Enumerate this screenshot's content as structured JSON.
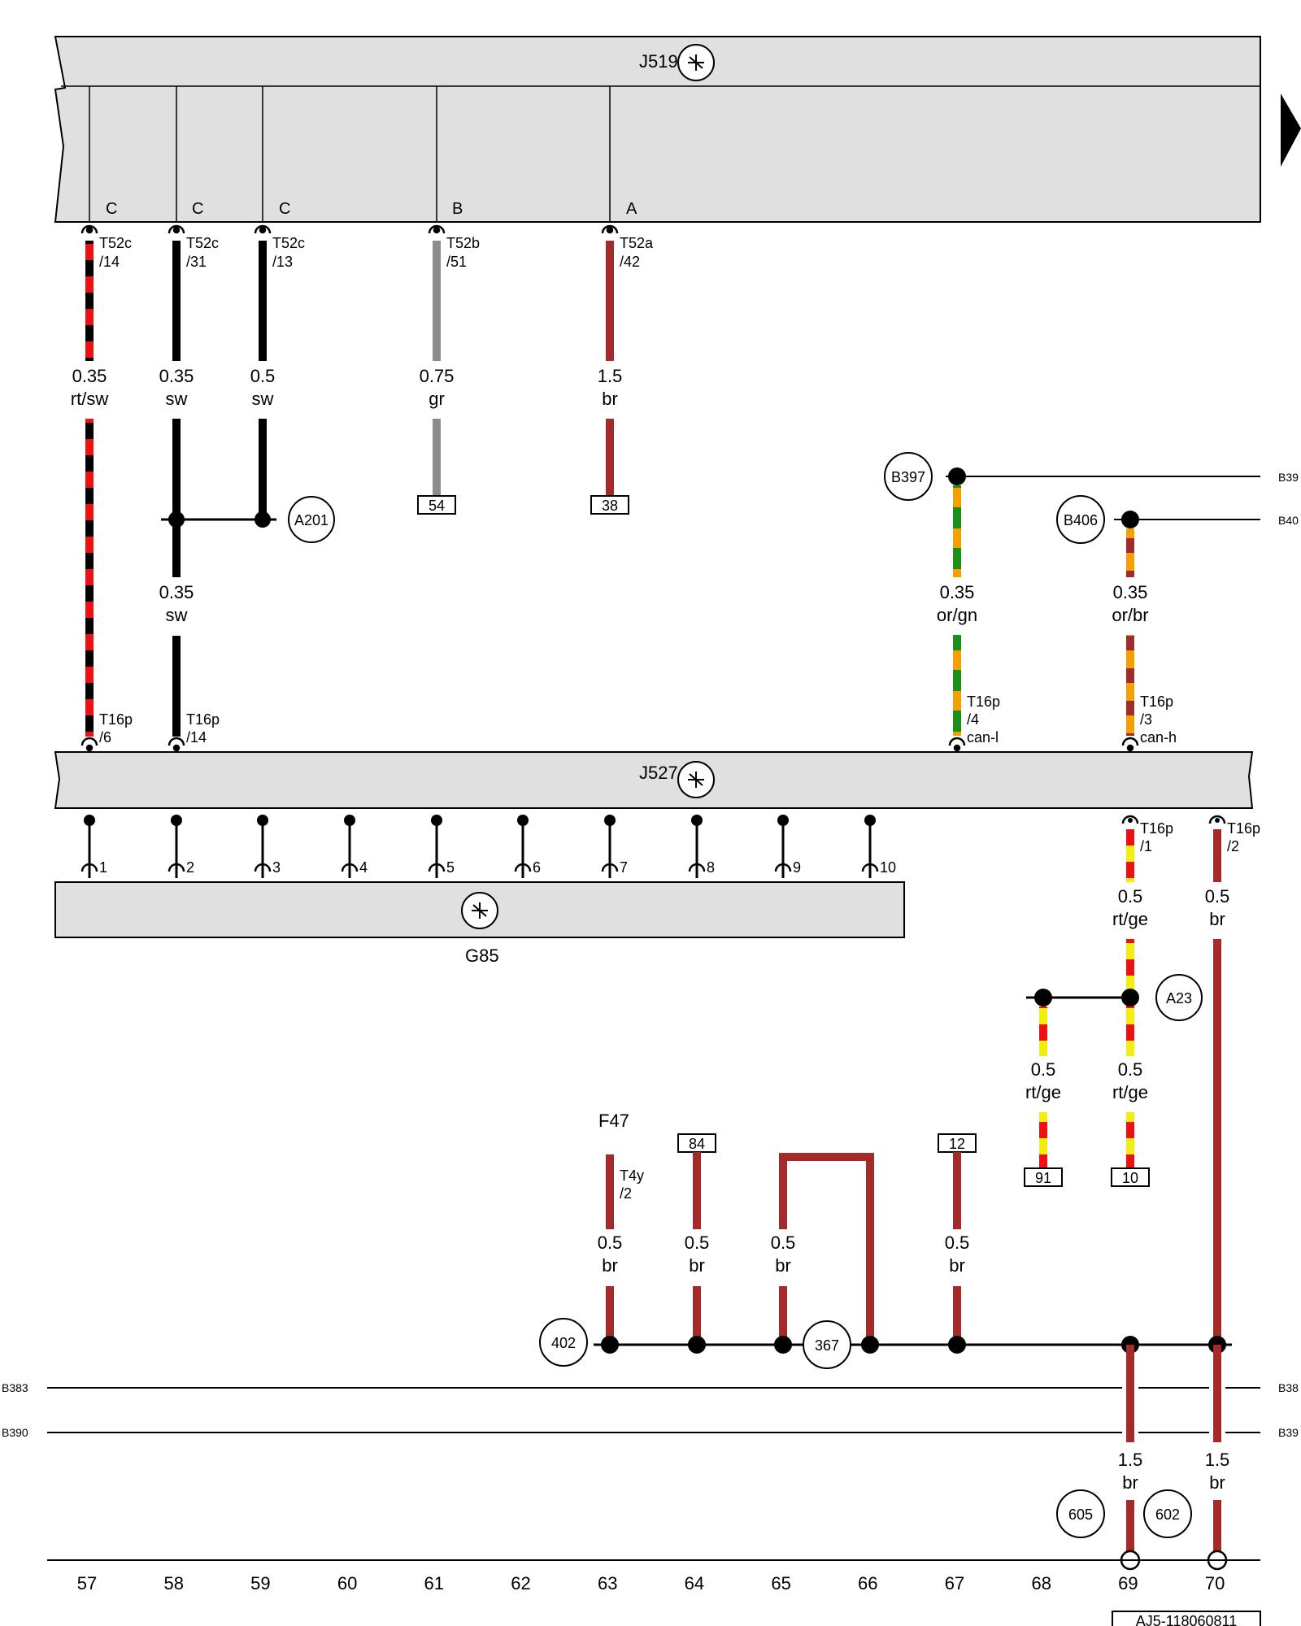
{
  "components": {
    "j519": "J519",
    "j527": "J527",
    "g85": "G85",
    "f47": "F47"
  },
  "j519_pins": {
    "p57": {
      "plug": "C",
      "conn": "T52c",
      "pin": "/14"
    },
    "p58": {
      "plug": "C",
      "conn": "T52c",
      "pin": "/31"
    },
    "p59": {
      "plug": "C",
      "conn": "T52c",
      "pin": "/13"
    },
    "p61": {
      "plug": "B",
      "conn": "T52b",
      "pin": "/51"
    },
    "p63": {
      "plug": "A",
      "conn": "T52a",
      "pin": "/42"
    }
  },
  "wires": {
    "w57": {
      "gauge": "0.35",
      "color": "rt/sw"
    },
    "w58a": {
      "gauge": "0.35",
      "color": "sw"
    },
    "w59": {
      "gauge": "0.5",
      "color": "sw"
    },
    "w61": {
      "gauge": "0.75",
      "color": "gr"
    },
    "w63": {
      "gauge": "1.5",
      "color": "br"
    },
    "w58b": {
      "gauge": "0.35",
      "color": "sw"
    },
    "w67a": {
      "gauge": "0.35",
      "color": "or/gn"
    },
    "w69a": {
      "gauge": "0.35",
      "color": "or/br"
    },
    "w69b": {
      "gauge": "0.5",
      "color": "rt/ge"
    },
    "w70a": {
      "gauge": "0.5",
      "color": "br"
    },
    "w68": {
      "gauge": "0.5",
      "color": "rt/ge"
    },
    "w69c": {
      "gauge": "0.5",
      "color": "rt/ge"
    },
    "w63b": {
      "gauge": "0.5",
      "color": "br"
    },
    "w64": {
      "gauge": "0.5",
      "color": "br"
    },
    "w65": {
      "gauge": "0.5",
      "color": "br"
    },
    "w67b": {
      "gauge": "0.5",
      "color": "br"
    },
    "w69d": {
      "gauge": "1.5",
      "color": "br"
    },
    "w70b": {
      "gauge": "1.5",
      "color": "br"
    }
  },
  "j527_pins": {
    "p57": {
      "conn": "T16p",
      "pin": "/6"
    },
    "p58": {
      "conn": "T16p",
      "pin": "/14"
    },
    "p67": {
      "conn": "T16p",
      "pin": "/4",
      "sig": "can-l"
    },
    "p69": {
      "conn": "T16p",
      "pin": "/3",
      "sig": "can-h"
    },
    "p69b": {
      "conn": "T16p",
      "pin": "/1"
    },
    "p70": {
      "conn": "T16p",
      "pin": "/2"
    }
  },
  "g85_pins": [
    "1",
    "2",
    "3",
    "4",
    "5",
    "6",
    "7",
    "8",
    "9",
    "10"
  ],
  "f47_pin": {
    "conn": "T4y",
    "pin": "/2"
  },
  "refs": {
    "r54": "54",
    "r38": "38",
    "r84": "84",
    "r12": "12",
    "r91": "91",
    "r10": "10"
  },
  "nodes": {
    "a201": "A201",
    "b397": "B397",
    "b406": "B406",
    "a23": "A23",
    "n402": "402",
    "n367": "367",
    "n605": "605",
    "n602": "602"
  },
  "edge_labels": {
    "b397_r": "B39",
    "b406_r": "B40",
    "b383_l": "B383",
    "b390_l": "B390",
    "b383_r": "B38",
    "b390_r": "B39"
  },
  "columns": [
    "57",
    "58",
    "59",
    "60",
    "61",
    "62",
    "63",
    "64",
    "65",
    "66",
    "67",
    "68",
    "69",
    "70"
  ],
  "doc_code": "AJ5-118060811",
  "colors": {
    "box_fill": "#e0e0e0",
    "black": "#000000",
    "red": "#ee1111",
    "brown": "#a52a2a",
    "gray": "#8c8c8c",
    "orange": "#f5a000",
    "green": "#1a8f1a",
    "yellow": "#f2ee10"
  }
}
